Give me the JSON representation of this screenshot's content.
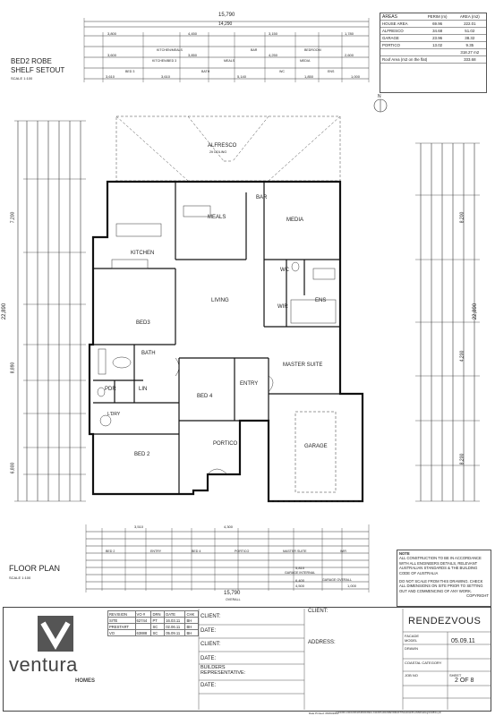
{
  "drawing": {
    "shelf_title_1": "BED2 ROBE",
    "shelf_title_2": "SHELF SETOUT",
    "shelf_scale": "SCALE 1:100",
    "floor_plan_title": "FLOOR PLAN",
    "floor_plan_scale": "SCALE 1:100",
    "north_label": "N"
  },
  "dimensions": {
    "top_overall": "15,790",
    "top_second": "14,290",
    "top_row_a": [
      "3,800",
      "4,450",
      "3,150",
      "1,780"
    ],
    "top_row_a_labels": [
      "KITCHEN/MEALS",
      "BAR",
      "BEDROOM"
    ],
    "top_row_b": [
      "3,600",
      "3,850",
      "4,250",
      "2,600"
    ],
    "top_row_b_labels": [
      "KITCHEN/BED 3",
      "MEALS",
      "MEDIA"
    ],
    "top_row_c": [
      "3,610",
      "3,610",
      "5,140",
      "1,850",
      "1,000"
    ],
    "top_row_c_labels": [
      "BED 3",
      "BATH",
      "WC",
      "ENS"
    ],
    "left_overall": "22,890",
    "left_parts": [
      "7,200",
      "8,890",
      "6,800"
    ],
    "right_overall": "22,890",
    "right_parts": [
      "8,200",
      "4,200",
      "8,200"
    ],
    "bottom_overall": "15,790",
    "bottom_overall_label": "OVERALL",
    "bottom_parts": [
      "3,510",
      "4,300",
      "4,500",
      "1,000"
    ],
    "bottom_garage_internal": "5,810",
    "bottom_garage_internal_label": "GARAGE INTERNAL",
    "bottom_garage_overall": "6,400",
    "bottom_garage_overall_label": "GARAGE OVERALL",
    "bottom_row_labels": [
      "BED 2",
      "ENTRY",
      "BED 4",
      "PORTICO",
      "MASTER SUITE",
      "WIR"
    ]
  },
  "rooms": {
    "alfresco": "ALFRESCO",
    "alfresco_sub": "2lt CEILING",
    "media": "MEDIA",
    "meals": "MEALS",
    "kitchen": "KITCHEN",
    "living": "LIVING",
    "bed3": "BED3",
    "bath": "BATH",
    "pdr": "PDR",
    "lin": "LIN",
    "bed4": "BED 4",
    "entry": "ENTRY",
    "master_suite": "MASTER SUITE",
    "ens": "ENS",
    "wir": "WIR",
    "wc": "WC",
    "bar": "BAR",
    "bed2": "BED 2",
    "portico": "PORTICO",
    "garage": "GARAGE",
    "ldry": "L'DRY"
  },
  "areas_table": {
    "title": "AREAS",
    "col_perim": "PERIM (m)",
    "col_area": "AREA (m2)",
    "rows": [
      {
        "name": "HOUSE AREA",
        "perim": "69.96",
        "area": "222.01"
      },
      {
        "name": "ALFRESCO",
        "perim": "34.68",
        "area": "51.02"
      },
      {
        "name": "GARAGE",
        "perim": "23.96",
        "area": "38.32"
      },
      {
        "name": "PORTICO",
        "perim": "13.02",
        "area": "9.35"
      }
    ],
    "total": "318.27 m2",
    "roof_label": "Roof Area (m2 on the flat)",
    "roof_value": "333.68"
  },
  "notes": {
    "title": "NOTE",
    "line1": "ALL CONSTRUCTION TO BE IN ACCORDANCE",
    "line2": "WITH ALL ENGINEERS DETAILS, RELEVANT",
    "line3": "AUSTRALIAN STANDARDS & THE BUILDING",
    "line4": "CODE OF AUSTRALIA",
    "line5": "DO NOT SCALE FROM THIS DRAWING. CHECK",
    "line6": "ALL DIMENSIONS ON SITE PRIOR TO SETTING",
    "line7": "OUT AND COMMENCING OF ANY WORK.",
    "copyright": "COPYRIGHT"
  },
  "title_block": {
    "brand": "ventura",
    "brand_sub": "HOMES",
    "revision_header": [
      "REVISION",
      "VO #",
      "DRN",
      "DATE",
      "CHK"
    ],
    "revisions": [
      {
        "name": "SITE",
        "vo": "62744",
        "drn": "PT",
        "date": "16.03.11",
        "chk": "BH"
      },
      {
        "name": "PRESTART",
        "vo": "",
        "drn": "SC",
        "date": "02.06.11",
        "chk": "BH"
      },
      {
        "name": "VO",
        "vo": "63888",
        "drn": "SC",
        "date": "05.09.11",
        "chk": "BH"
      }
    ],
    "client_label": "CLIENT:",
    "date_label": "DATE:",
    "builders_rep_1": "BUILDERS",
    "builders_rep_2": "REPRESENTATIVE:",
    "address_label": "ADDRESS:",
    "project_name": "RENDEZVOUS",
    "date_value": "05.09.11",
    "sheet_value": "2 OF 8",
    "field_labels": [
      "FACADE",
      "MODEL",
      "SHEET",
      "DRAWN",
      "COASTAL CATEGORY",
      "JOB NO"
    ],
    "footer_left": "Date Printed: 05/09/2011",
    "footer_right": "J:\\1\\1000-1\\11\\1000\\10\\46021\\REG 2\\11000\\10\\10\\REV\\DRAFTING\\2011\\PLANS\\Drafting\\11\\05\\11.pln"
  }
}
